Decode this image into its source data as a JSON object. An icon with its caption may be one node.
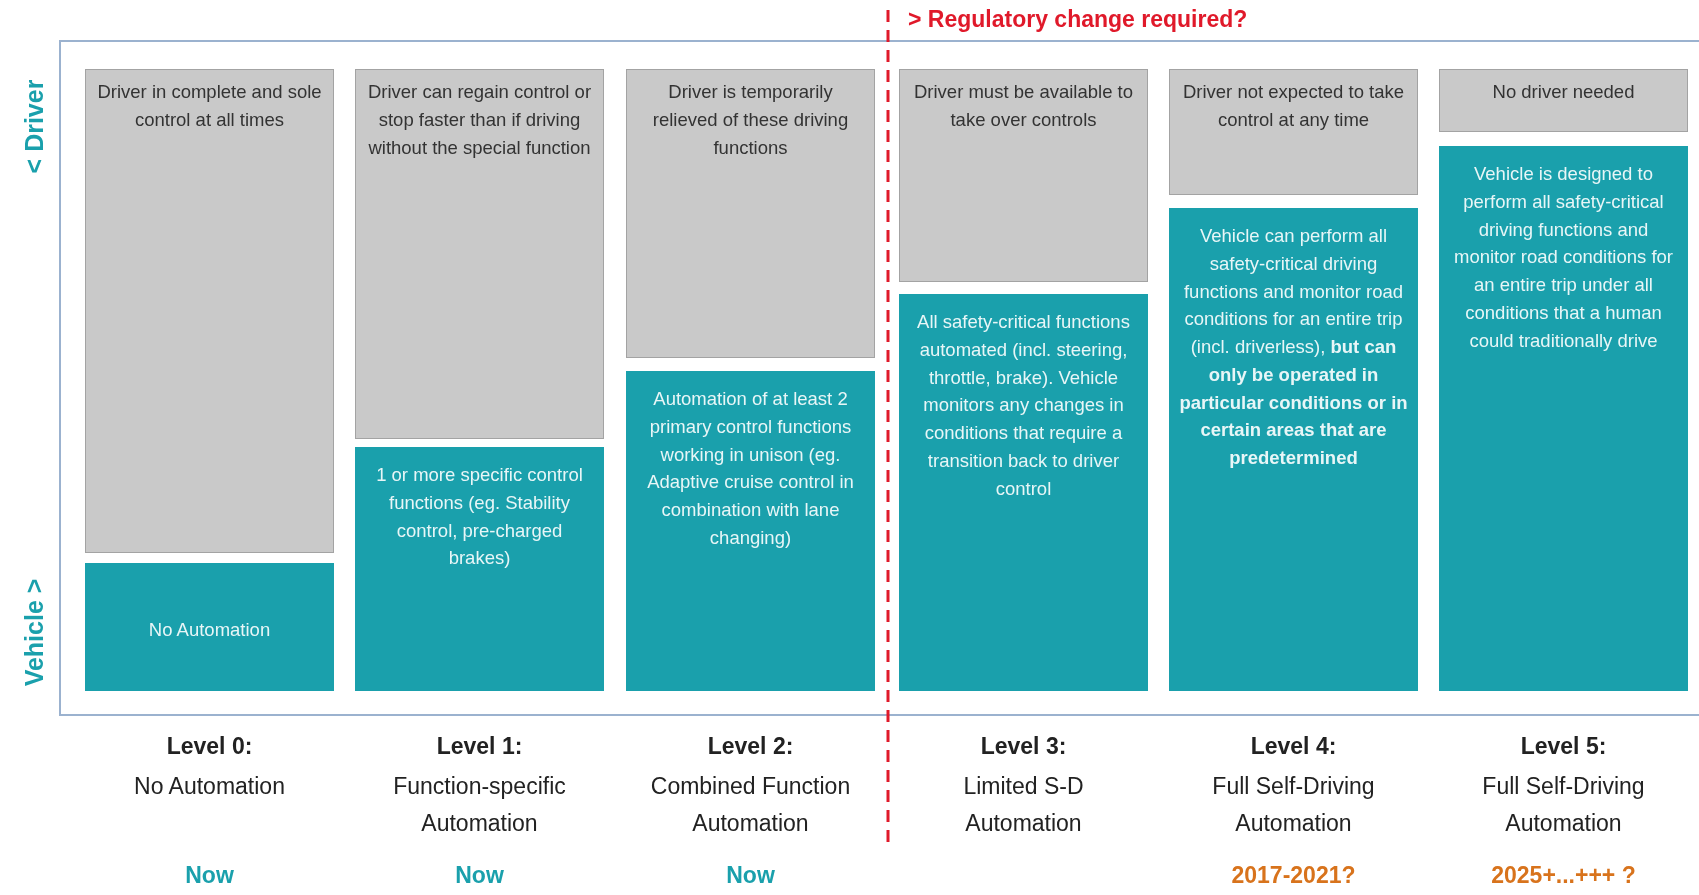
{
  "diagram": {
    "nodes": [
      {
        "text": [
          "Driver in complete and sole control at all times"
        ]
      },
      {
        "text": [
          "No Automation"
        ]
      },
      {
        "text": [
          "Driver can regain control or stop faster than if driving without the special function"
        ]
      },
      {
        "text": [
          "1 or more specific control functions (eg. Stability control, pre-charged brakes)"
        ]
      },
      {
        "text": [
          "Driver is temporarily relieved of these driving functions"
        ]
      },
      {
        "text": [
          "Automation of at least 2 primary control functions working in unison (eg. Adaptive cruise control in combination with lane changing)"
        ]
      },
      {
        "text": [
          "Driver must be available to take over controls"
        ]
      },
      {
        "text": [
          "All safety-critical functions automated (incl. steering, throttle, brake). Vehicle monitors any changes in conditions that require a transition back to driver control"
        ]
      },
      {
        "text": [
          "Driver not expected to take control at any time"
        ]
      },
      {
        "text": [
          "Vehicle can perform all safety-critical driving functions and monitor road conditions for an entire trip (incl. driverless), **but can only be operated in particular conditions or in certain areas that are predetermined**"
        ]
      },
      {
        "text": [
          "No driver needed"
        ]
      },
      {
        "text": [
          "Vehicle is designed to perform all safety-critical driving functions and monitor road conditions for an entire trip under all conditions that a human could traditionally drive"
        ]
      }
    ],
    "edges": [],
    "labels": [
      "> Regulatory change required?",
      "< Driver",
      "Vehicle >",
      "Level 0:",
      "Level 1:",
      "Level 2:",
      "Level 3:",
      "Level 4:",
      "Level 5:",
      "No Automation",
      "Function-specific Automation",
      "Combined Function Automation",
      "Limited S-D Automation",
      "Full Self-Driving Automation",
      "Full Self-Driving Automation",
      "Now",
      "Now",
      "Now",
      "2017-2021?",
      "2025+...+++ ?"
    ]
  }
}
